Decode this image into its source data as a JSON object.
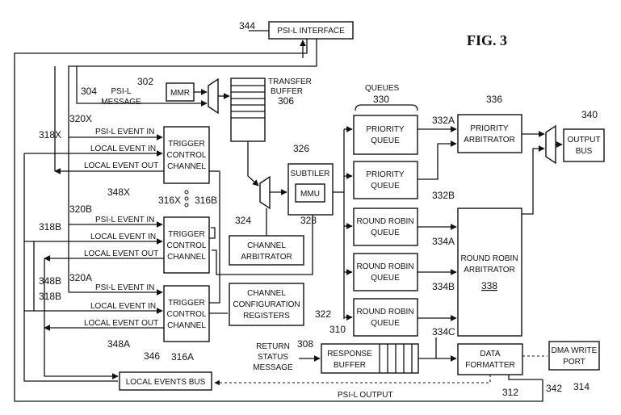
{
  "figure_title": "FIG. 3",
  "blocks": {
    "psi_interface": "PSI-L INTERFACE",
    "mmr": "MMR",
    "psi_message": [
      "PSI-L",
      "MESSAGE"
    ],
    "transfer_buffer": [
      "TRANSFER",
      "BUFFER"
    ],
    "tcc_x": [
      "TRIGGER",
      "CONTROL",
      "CHANNEL"
    ],
    "tcc_b": [
      "TRIGGER",
      "CONTROL",
      "CHANNEL"
    ],
    "tcc_a": [
      "TRIGGER",
      "CONTROL",
      "CHANNEL"
    ],
    "subtiler": "SUBTILER",
    "mmu": "MMU",
    "channel_arbitrator": [
      "CHANNEL",
      "ARBITRATOR"
    ],
    "channel_config": [
      "CHANNEL",
      "CONFIGURATION",
      "REGISTERS"
    ],
    "queues_label": "QUEUES",
    "priority_queue_a": [
      "PRIORITY",
      "QUEUE"
    ],
    "priority_queue_b": [
      "PRIORITY",
      "QUEUE"
    ],
    "rr_queue_a": [
      "ROUND ROBIN",
      "QUEUE"
    ],
    "rr_queue_b": [
      "ROUND ROBIN",
      "QUEUE"
    ],
    "rr_queue_c": [
      "ROUND ROBIN",
      "QUEUE"
    ],
    "priority_arbitrator": [
      "PRIORITY",
      "ARBITRATOR"
    ],
    "rr_arbitrator": [
      "ROUND ROBIN",
      "ARBITRATOR"
    ],
    "output_bus": [
      "OUTPUT",
      "BUS"
    ],
    "return_status": [
      "RETURN",
      "STATUS",
      "MESSAGE"
    ],
    "response_buffer": [
      "RESPONSE",
      "BUFFER"
    ],
    "data_formatter": [
      "DATA",
      "FORMATTER"
    ],
    "dma_write_port": [
      "DMA WRITE",
      "PORT"
    ],
    "local_events_bus": "LOCAL EVENTS BUS",
    "psi_output": "PSI-L OUTPUT"
  },
  "signals": {
    "psi_event_in": "PSI-L EVENT IN",
    "local_event_in": "LOCAL EVENT IN",
    "local_event_out": "LOCAL EVENT OUT"
  },
  "refs": {
    "r344": "344",
    "r302": "302",
    "r304": "304",
    "r306": "306",
    "r330": "330",
    "r336": "336",
    "r340": "340",
    "r326": "326",
    "r332a": "332A",
    "r332b": "332B",
    "r318x": "318X",
    "r320x": "320X",
    "r348x": "348X",
    "r316x": "316X",
    "r316b": "316B",
    "r320b": "320B",
    "r318b_top": "318B",
    "r324": "324",
    "r328": "328",
    "r334a": "334A",
    "r348b": "348B",
    "r320a": "320A",
    "r318b_bottom": "318B",
    "r334b": "334B",
    "r338": "338",
    "r322": "322",
    "r334c": "334C",
    "r348a": "348A",
    "r310": "310",
    "r308": "308",
    "r346": "346",
    "r316a": "316A",
    "r312": "312",
    "r342": "342",
    "r314": "314"
  }
}
